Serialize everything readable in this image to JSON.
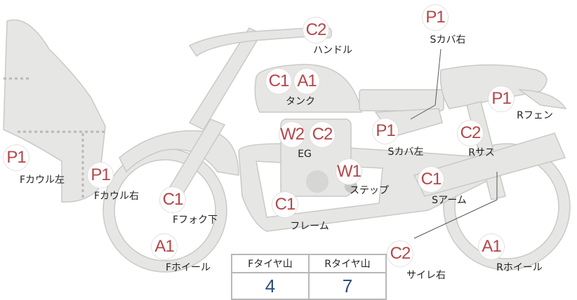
{
  "parts": [
    {
      "badges": [
        "C2"
      ],
      "label": "ハンドル"
    },
    {
      "badges": [
        "P1"
      ],
      "label": "Sカバ右"
    },
    {
      "badges": [
        "C1",
        "A1"
      ],
      "label": "タンク"
    },
    {
      "badges": [
        "P1"
      ],
      "label": "Rフェン"
    },
    {
      "badges": [
        "W2",
        "C2"
      ],
      "label": "EG"
    },
    {
      "badges": [
        "P1"
      ],
      "label": "Sカバ左"
    },
    {
      "badges": [
        "C2"
      ],
      "label": "Rサス"
    },
    {
      "badges": [
        "P1"
      ],
      "label": "Fカウル左"
    },
    {
      "badges": [
        "P1"
      ],
      "label": "Fカウル右"
    },
    {
      "badges": [
        "W1"
      ],
      "label": "ステップ"
    },
    {
      "badges": [
        "C1"
      ],
      "label": "Sアーム"
    },
    {
      "badges": [
        "C1"
      ],
      "label": "Fフォク下"
    },
    {
      "badges": [
        "C1"
      ],
      "label": "フレーム"
    },
    {
      "badges": [
        "A1"
      ],
      "label": "Fホイール"
    },
    {
      "badges": [
        "C2"
      ],
      "label": "サイレ右"
    },
    {
      "badges": [
        "A1"
      ],
      "label": "Rホイール"
    }
  ],
  "tire_table": {
    "headers": [
      "Fタイヤ山",
      "Rタイヤ山"
    ],
    "values": [
      "4",
      "7"
    ]
  },
  "colors": {
    "badge_text": "#b4464a",
    "value_text": "#2b4c80",
    "body": "#e6e6e4"
  }
}
